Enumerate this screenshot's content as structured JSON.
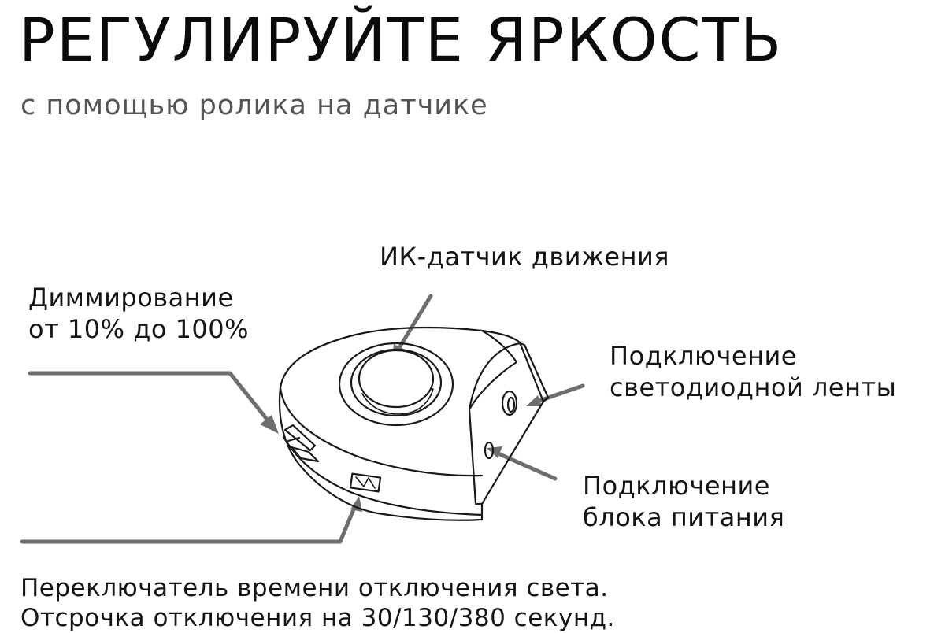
{
  "heading": {
    "title": "РЕГУЛИРУЙТЕ ЯРКОСТЬ",
    "subtitle": "с помощью ролика на датчике"
  },
  "callouts": {
    "ir_sensor": "ИК-датчик движения",
    "dimming": {
      "line1": "Диммирование",
      "line2": "от 10% до 100%"
    },
    "led_strip": {
      "line1": "Подключение",
      "line2": "светодиодной ленты"
    },
    "power_unit": {
      "line1": "Подключение",
      "line2": "блока питания"
    }
  },
  "footer": {
    "line1": "Переключатель времени отключения света.",
    "line2": "Отсрочка отключения на 30/130/380 секунд."
  },
  "colors": {
    "leader_line": "#6e6e6e",
    "outline": "#1a1a1a"
  }
}
